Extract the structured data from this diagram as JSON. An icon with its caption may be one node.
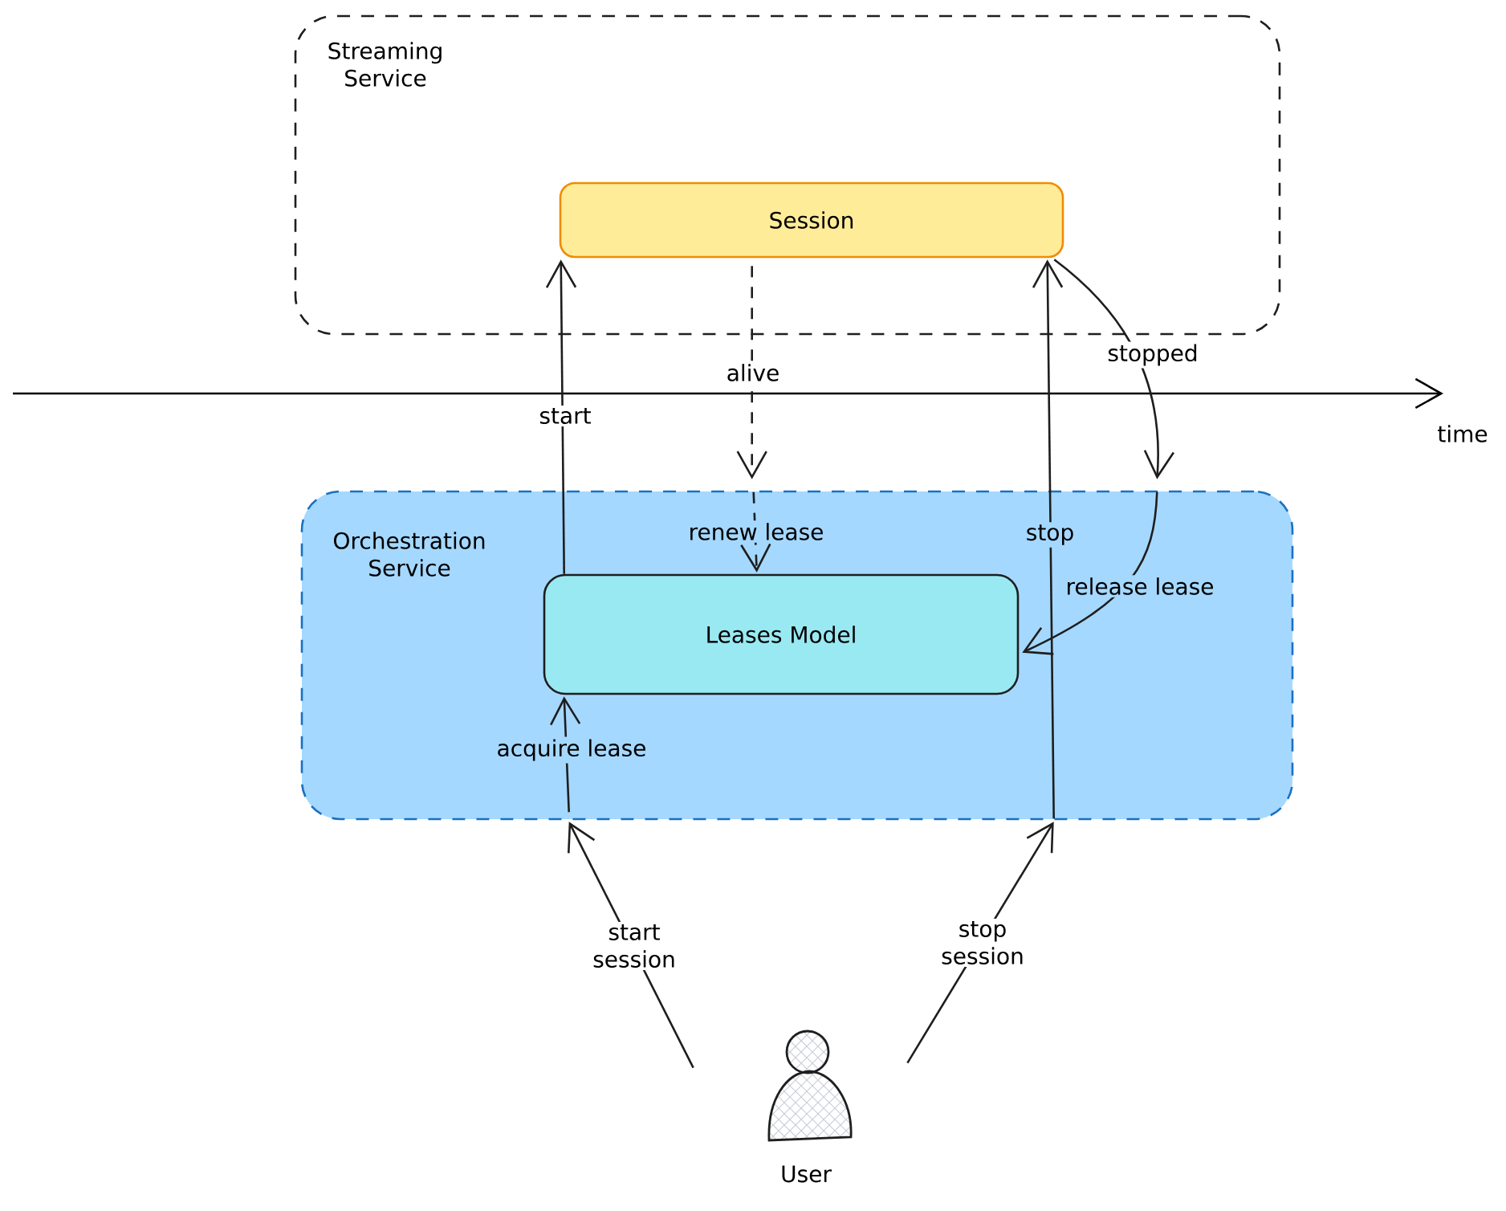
{
  "diagram": {
    "nodes": [
      {
        "text": [
          "Streaming Service"
        ]
      },
      {
        "text": [
          "Session"
        ],
        "in": 0
      },
      {
        "text": [
          "Orchestration Service"
        ]
      },
      {
        "text": [
          "Leases Model"
        ],
        "in": 2
      },
      {
        "text": [
          "User"
        ]
      }
    ],
    "edges": [
      {
        "from": 3,
        "to": 1,
        "arrow": "to",
        "label": "start"
      },
      {
        "from": 1,
        "to": 2,
        "arrow": "to",
        "label": "alive",
        "style": "dashed"
      },
      {
        "from": 2,
        "to": 3,
        "arrow": "to",
        "label": "renew lease",
        "style": "dashed"
      },
      {
        "from": 2,
        "to": 1,
        "arrow": "to",
        "label": "stop"
      },
      {
        "from": 1,
        "to": 2,
        "arrow": "to",
        "label": "stopped"
      },
      {
        "from": 2,
        "to": 3,
        "arrow": "to",
        "label": "release lease"
      },
      {
        "from": 4,
        "to": 2,
        "arrow": "to",
        "label": "start session"
      },
      {
        "from": 2,
        "to": 3,
        "arrow": "to",
        "label": "acquire lease"
      },
      {
        "from": 4,
        "to": 2,
        "arrow": "to",
        "label": "stop session"
      }
    ],
    "labels": [
      "time"
    ]
  }
}
